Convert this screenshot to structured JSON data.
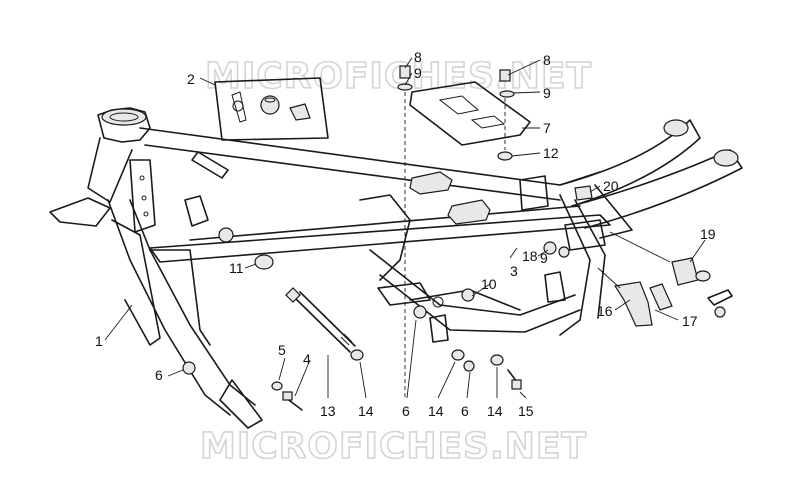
{
  "watermark_top": "MICROFICHES.NET",
  "watermark_bottom": "MICROFICHES.NET",
  "callouts": [
    {
      "id": "c1",
      "text": "1"
    },
    {
      "id": "c2",
      "text": "2"
    },
    {
      "id": "c3",
      "text": "3"
    },
    {
      "id": "c4",
      "text": "4"
    },
    {
      "id": "c5",
      "text": "5"
    },
    {
      "id": "c6a",
      "text": "6"
    },
    {
      "id": "c6b",
      "text": "6"
    },
    {
      "id": "c6c",
      "text": "6"
    },
    {
      "id": "c7",
      "text": "7"
    },
    {
      "id": "c8a",
      "text": "8"
    },
    {
      "id": "c8b",
      "text": "8"
    },
    {
      "id": "c9a",
      "text": "9"
    },
    {
      "id": "c9b",
      "text": "9"
    },
    {
      "id": "c9c",
      "text": "9"
    },
    {
      "id": "c10",
      "text": "10"
    },
    {
      "id": "c11",
      "text": "11"
    },
    {
      "id": "c12",
      "text": "12"
    },
    {
      "id": "c13",
      "text": "13"
    },
    {
      "id": "c14a",
      "text": "14"
    },
    {
      "id": "c14b",
      "text": "14"
    },
    {
      "id": "c14c",
      "text": "14"
    },
    {
      "id": "c15",
      "text": "15"
    },
    {
      "id": "c16",
      "text": "16"
    },
    {
      "id": "c17",
      "text": "17"
    },
    {
      "id": "c18",
      "text": "18"
    },
    {
      "id": "c19",
      "text": "19"
    },
    {
      "id": "c20",
      "text": "20"
    }
  ]
}
